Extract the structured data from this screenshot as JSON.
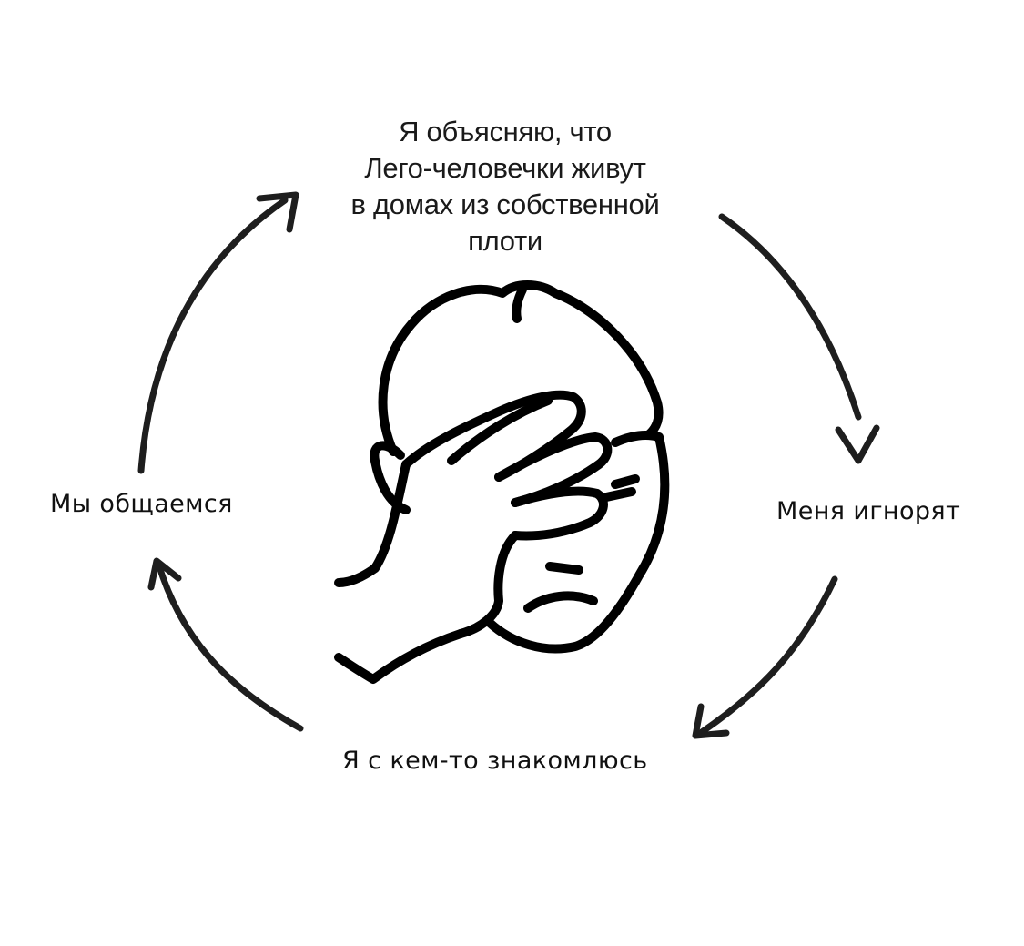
{
  "cycle": {
    "step_explain": {
      "lines": [
        "Я объясняю, что",
        "Лего-человечки живут",
        "в домах из собственной",
        "плоти"
      ]
    },
    "step_ignored": "Меня игнорят",
    "step_meet": "Я с кем-то знакомлюсь",
    "step_talk": "Мы общаемся"
  },
  "center_image": {
    "icon": "facepalm-icon"
  },
  "colors": {
    "line": "#000000",
    "arrow": "#1e1e1e",
    "background": "#ffffff"
  }
}
